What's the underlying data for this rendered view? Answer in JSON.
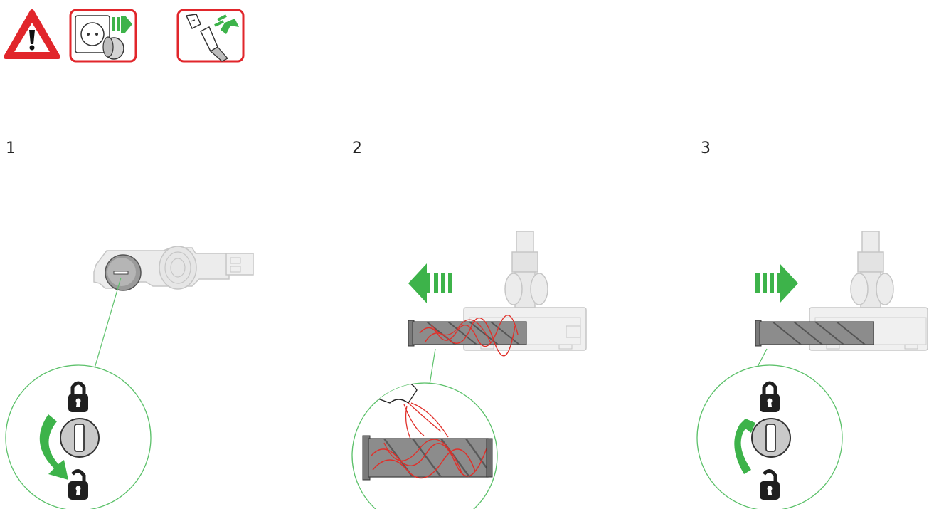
{
  "colors": {
    "accent_green": "#3db34a",
    "warning_red": "#e1262b",
    "device_grey": "#d4d4d4",
    "outline_grey": "#bdbdbd",
    "dark_grey": "#7a7a7a",
    "hair_red": "#e0302a",
    "leader_green": "#5cc16a"
  },
  "warnings": [
    {
      "icon": "warning-triangle-icon"
    },
    {
      "icon": "unplug-socket-icon"
    },
    {
      "icon": "detach-cleaner-head-icon"
    }
  ],
  "steps": [
    {
      "number": "1",
      "action": "unlock-end-cap",
      "lock_icons": [
        "lock-closed-icon",
        "lock-open-icon"
      ]
    },
    {
      "number": "2",
      "action": "remove-brush-bar-and-clear-hair"
    },
    {
      "number": "3",
      "action": "refit-brush-bar-and-lock",
      "lock_icons": [
        "lock-closed-icon",
        "lock-open-icon"
      ]
    }
  ]
}
